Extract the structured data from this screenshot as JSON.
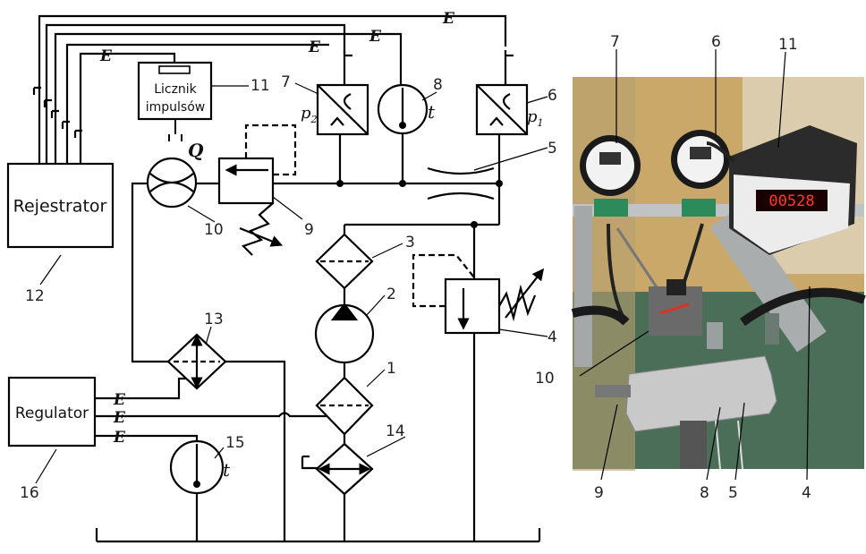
{
  "blocks": {
    "registrar": "Rejestrator",
    "regulator": "Regulator",
    "counter_line1": "Licznik",
    "counter_line2": "impulsów"
  },
  "symbols": {
    "flow": "Q",
    "temp_main": "t",
    "temp_bottom": "t",
    "p2_base": "p",
    "p2_sub": "2",
    "p1_base": "p",
    "p1_sub": "1",
    "electric": "E"
  },
  "callouts": {
    "c1": "1",
    "c2": "2",
    "c3": "3",
    "c4": "4",
    "c5": "5",
    "c6": "6",
    "c7": "7",
    "c8": "8",
    "c9": "9",
    "c10": "10",
    "c11": "11",
    "c12": "12",
    "c13": "13",
    "c14": "14",
    "c15": "15",
    "c16": "16"
  },
  "photo_callouts": {
    "p7": "7",
    "p6": "6",
    "p11": "11",
    "p10": "10",
    "p9": "9",
    "p8": "8",
    "p5": "5",
    "p4": "4"
  },
  "photo": {
    "display_digits": "00528"
  }
}
